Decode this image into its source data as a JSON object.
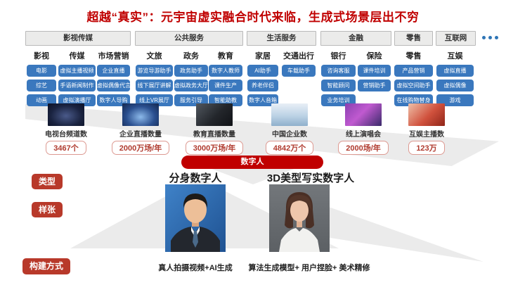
{
  "title": "超越“真实”：元宇宙虚实融合时代来临，生成式场景层出不穷",
  "colors": {
    "title_red": "#c00000",
    "chip_blue": "#3a78be",
    "value_red": "#b03a2e",
    "tag_red": "#b8392a",
    "header_gray": "#ebebea"
  },
  "groups": [
    {
      "label": "影视传媒",
      "columns": [
        {
          "label": "影视",
          "items": [
            "电影",
            "综艺",
            "动画"
          ]
        },
        {
          "label": "传媒",
          "items": [
            "虚拟主播视频",
            "手语新闻制作",
            "虚拟演播厅"
          ]
        },
        {
          "label": "市场营销",
          "items": [
            "企业直播",
            "虚拟偶像代言",
            "数字人导购"
          ]
        }
      ]
    },
    {
      "label": "公共服务",
      "columns": [
        {
          "label": "文旅",
          "items": [
            "游览导游助手",
            "线下展厅讲解",
            "线上VR展厅"
          ]
        },
        {
          "label": "政务",
          "items": [
            "政务助手",
            "虚拟政务大厅",
            "服务引导"
          ]
        },
        {
          "label": "教育",
          "items": [
            "数字人教师",
            "课件生产",
            "智能助教"
          ]
        }
      ]
    },
    {
      "label": "生活服务",
      "columns": [
        {
          "label": "家居",
          "items": [
            "AI助手",
            "养老伴侣",
            "数字人音箱"
          ]
        },
        {
          "label": "交通出行",
          "items": [
            "车载助手"
          ]
        }
      ]
    },
    {
      "label": "金融",
      "columns": [
        {
          "label": "银行",
          "items": [
            "咨询客服",
            "智能顾问",
            "业务培训"
          ]
        },
        {
          "label": "保险",
          "items": [
            "课件培训",
            "营销助手"
          ]
        }
      ]
    },
    {
      "label": "零售",
      "columns": [
        {
          "label": "零售",
          "items": [
            "产品营销",
            "虚拟空间助手",
            "在线购物替身"
          ]
        }
      ]
    },
    {
      "label": "互联网",
      "columns": [
        {
          "label": "互娱",
          "items": [
            "虚拟直播",
            "虚拟偶像",
            "游戏"
          ]
        }
      ]
    }
  ],
  "stats": [
    {
      "label": "电视台频道数",
      "value": "3467个",
      "thumb": "tv-studio"
    },
    {
      "label": "企业直播数量",
      "value": "2000万场/年",
      "thumb": "enterprise-livestream"
    },
    {
      "label": "教育直播数量",
      "value": "3000万场/年",
      "thumb": "education-livestream"
    },
    {
      "label": "中国企业数",
      "value": "4842万个",
      "thumb": "office-building"
    },
    {
      "label": "线上演唱会",
      "value": "2000场/年",
      "thumb": "online-concert"
    },
    {
      "label": "互娱主播数",
      "value": "123万",
      "thumb": "entertainment-anchor"
    }
  ],
  "badge": "数字人",
  "row_labels": {
    "type": "类型",
    "sample": "样张",
    "build": "构建方式"
  },
  "digital_humans": [
    {
      "name": "分身数字人",
      "build": "真人拍摄视频+AI生成",
      "portrait": "male-suit-blue-background"
    },
    {
      "name": "3D美型写实数字人",
      "build": "算法生成模型+ 用户捏脸+ 美术精修",
      "portrait": "female-3d-gray-background"
    }
  ]
}
